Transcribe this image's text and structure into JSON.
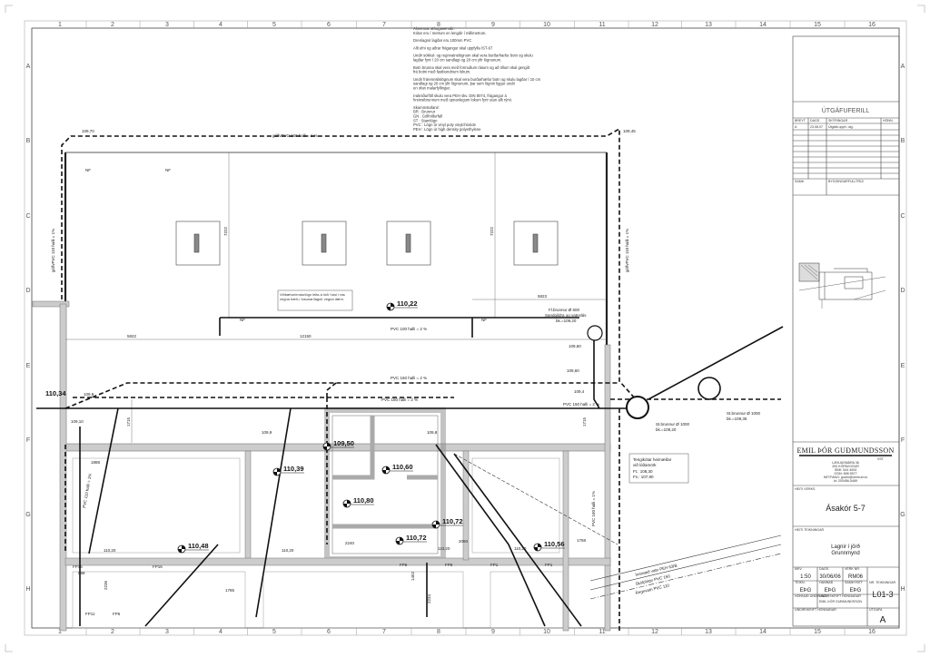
{
  "grid": {
    "columns": [
      "1",
      "2",
      "3",
      "4",
      "5",
      "6",
      "7",
      "8",
      "9",
      "10",
      "11",
      "12",
      "13",
      "14",
      "15",
      "16"
    ],
    "rows": [
      "A",
      "B",
      "C",
      "D",
      "E",
      "F",
      "G",
      "H"
    ]
  },
  "notes": [
    "Almennar athugasemdir:",
    "Kótar eru í metrum en lengdir í millimetrum.",
    "Drenlagnir lagðar eru 100mm PVC",
    "Allt efni og aðrar frágangur skal uppfylla ÍST-67",
    "Undir sökkul- og regnvatnslögnum skal vera burðarhæfur botn og skulu",
    "lagðar fyrir í 20 cm sandlagi og 20 cm yfir lögnunum.",
    "Botn brunna skal vera með formuðum rásum og að öllum skal gengið",
    "frá botni með fastbundnum lokum.",
    "Undir frárennslislögnum skal vera burðarhæfur botn og skulu lagðar í 10 cm",
    "sandlagi og 20 cm yfir lögnunum, þar sem lögnin liggur undir",
    "en ofan malarfyllingar.",
    "Þakniðurföll skulu vera PEH skv. DIN 8074, frágangur á",
    "hreinsibrunnum með opnanlegum lokum fyrir utan allt rými.",
    "Skammstafanir:",
    "BR : Brunnur",
    "GN : Gólfniðurfall",
    "ST : Stamlögn",
    "PVC : Lögn úr vinyl poly vinylchloride",
    "PEH : Lögn úr high density polyethylene"
  ],
  "plan": {
    "pipe_labels": [
      "gólfvPVC 160 halli = 1 %",
      "PVC 100 halli = 2 %",
      "PVC 160 halli = 2 %",
      "PVC 160 halli = 2 %",
      "PVC 150 halli = 2 %",
      "gólfvPVC 110 halli = 1%",
      "gólfvPVC 110 halli = 1%",
      "PVC 110 halli = 1%",
      "PVC 160 halli = 1%"
    ],
    "dimensions": [
      "7222",
      "7222",
      "5822",
      "12150",
      "5823",
      "1888",
      "2240",
      "2060",
      "1758",
      "1715",
      "1715",
      "1452",
      "2234",
      "1785",
      "588",
      "2236"
    ],
    "levels": [
      "109,70",
      "109,45",
      "110,34",
      "109,9",
      "109,9",
      "109,8",
      "109,60",
      "109,60",
      "109,4",
      "110,20",
      "110,20",
      "110,20",
      "110,20",
      "109,10"
    ],
    "elevations": [
      "110,22",
      "109,50",
      "110,39",
      "110,60",
      "110,80",
      "110,72",
      "110,72",
      "110,48",
      "110,56"
    ],
    "note_box": "Viðbætur/endurlögn leita á lóð/ húsi í rás vegna hæð-/ losunar/lagnir vegna dæm.",
    "manholes": [
      {
        "title": "Fl.brunnur Ø 600",
        "sub": "Sandgildra og vatnslás",
        "level": "bk.=109,20"
      },
      {
        "title": "St.brunnur Ø 1000",
        "level": "bk.=109,20"
      },
      {
        "title": "St.brunnur Ø 1000",
        "level": "bk.=109,35"
      }
    ],
    "connection_box": {
      "title": "Tengikótar heimæðar",
      "sub": "við lóðamörk",
      "ft": "Ft.: 108,30",
      "fs": "Fs.: 107,90"
    },
    "external_pipe_labels": [
      "heimæð vatn PEH 63/B",
      "Skólplögn PVC 150",
      "Regnvatn PVC 110"
    ],
    "small_tags": [
      "NF",
      "NF",
      "NF",
      "NF",
      "FP16",
      "FP16",
      "FP11",
      "FP6",
      "FP6",
      "FP6",
      "FP1",
      "FP1"
    ]
  },
  "titleblock": {
    "issue_title": "ÚTGÁFUFERILL",
    "issue_headers": [
      "BREYT.",
      "DAGS.",
      "SKÝRINGAR",
      "HÖNN."
    ],
    "issue_row": [
      "A",
      "23.08.07",
      "Útgáfa upph. útg.",
      ""
    ],
    "stamp_labels": [
      "SAMÞ.",
      "BYGGINGARFULLTRÚI"
    ],
    "company": "EMIL ÞÓR GUÐMUNDSSON",
    "company_suffix": "VST",
    "company_info": [
      "LÆKJASMÁRA 36",
      "200 KÓPAVOGUR",
      "SÍMI: 544 4004",
      "GSM: 898 5577",
      "NETFANG: gudm@centrum.is",
      "kt: 200456-5489"
    ],
    "project_label": "HEITI VERKS",
    "project": "Ásakór 5-7",
    "drawing_label": "HEITI TEIKNINGAR",
    "drawing_lines": [
      "Lagnir í jörð",
      "Grunnmynd"
    ],
    "fields": [
      {
        "label": "MKV.",
        "value": "1:50"
      },
      {
        "label": "DAGS.",
        "value": "30/06/06"
      },
      {
        "label": "VERK NR.",
        "value": "RM06"
      },
      {
        "label": "TEIKN.",
        "value": "EÞG"
      },
      {
        "label": "HANNAÐ",
        "value": "EÞG"
      },
      {
        "label": "SAMÞYKKT",
        "value": "EÞG"
      }
    ],
    "sheet_label": "NR. TEIKNINGAR",
    "sheet_no": "L01-3",
    "designer_label": "HÖNNUÐ UNDIRSKR.",
    "designer_value": "EMIL ÞÓR GUÐMUNDSSON",
    "approval_label": "UNDIRSKRIFT HÖNNUÐAR",
    "revision_label": "ÚTGÁFA",
    "revision": "A"
  }
}
